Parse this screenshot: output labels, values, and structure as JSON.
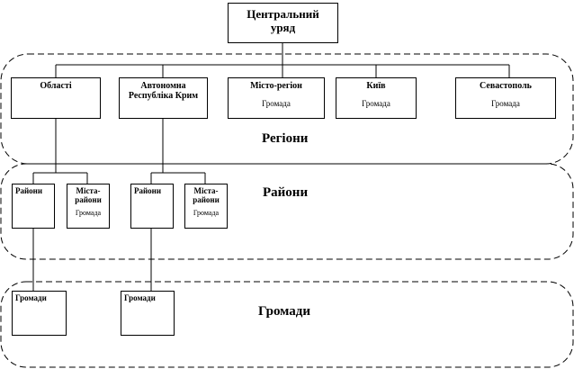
{
  "central": {
    "line1": "Центральний",
    "line2": "уряд"
  },
  "regions_level": {
    "label": "Регіони",
    "boxes": [
      {
        "title": "Області",
        "sub": ""
      },
      {
        "title_line1": "Автономна",
        "title_line2": "Республіка Крим",
        "sub": ""
      },
      {
        "title": "Місто-регіон",
        "sub": "Громада"
      },
      {
        "title": "Київ",
        "sub": "Громада"
      },
      {
        "title": "Севастополь",
        "sub": "Громада"
      }
    ]
  },
  "districts_level": {
    "label": "Райони",
    "groups": [
      {
        "district": "Райони",
        "city_line1": "Міста-",
        "city_line2": "райони",
        "city_sub": "Громада"
      },
      {
        "district": "Райони",
        "city_line1": "Міста-",
        "city_line2": "райони",
        "city_sub": "Громада"
      }
    ]
  },
  "communities_level": {
    "label": "Громади",
    "boxes": [
      {
        "title": "Громади"
      },
      {
        "title": "Громади"
      }
    ]
  }
}
